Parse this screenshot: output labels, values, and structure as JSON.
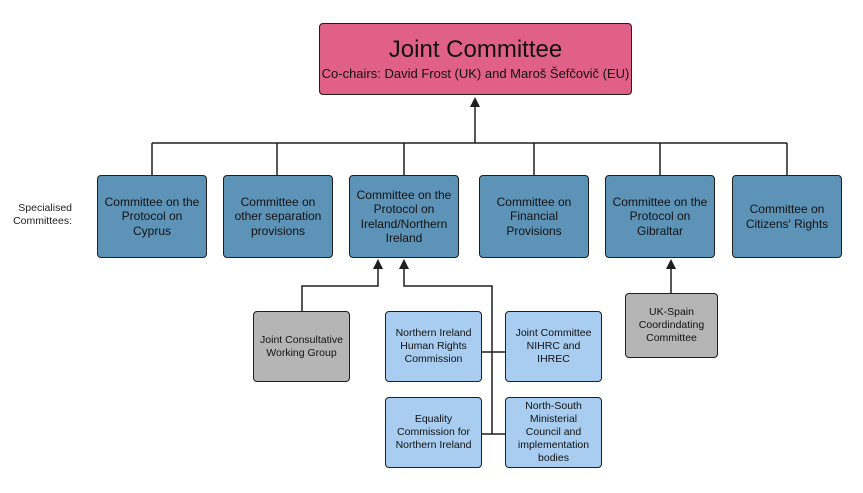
{
  "root": {
    "title": "Joint Committee",
    "subtitle": "Co-chairs: David Frost (UK) and Maroš Šefčovič (EU)"
  },
  "specialised_label": "Specialised Committees:",
  "committees": [
    "Committee on the Protocol on Cyprus",
    "Committee on other separation provisions",
    "Committee on the Protocol on Ireland/Northern Ireland",
    "Committee on Financial Provisions",
    "Committee on the Protocol on Gibraltar",
    "Committee on Citizens' Rights"
  ],
  "sub_bodies": {
    "jcwg": "Joint Consultative Working Group",
    "nihrc": "Northern Ireland Human Rights Commission",
    "jc_nihrc": "Joint Committee NIHRC and IHREC",
    "equality": "Equality Commission for Northern Ireland",
    "nsmc": "North-South Ministerial Council and implementation bodies",
    "uk_spain": "UK-Spain Coordindating Committee"
  },
  "colors": {
    "root": "#e0608a",
    "committee": "#5e93b8",
    "grey": "#b5b5b5",
    "light_blue": "#a8cdf0",
    "line": "#1f1f1f"
  }
}
